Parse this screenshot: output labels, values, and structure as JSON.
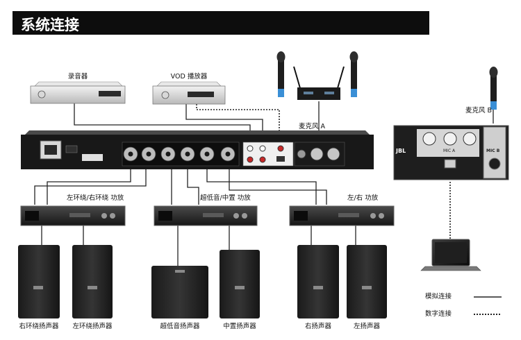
{
  "header": {
    "title": "系统连接"
  },
  "devices": {
    "recorder": "录音器",
    "vod_player": "VOD 播放器",
    "mic_a": "麦克风 A",
    "mic_b": "麦克风 B",
    "surround_amp": "左环绕/右环绕 功放",
    "sub_mid_amp": "超低音/中置 功放",
    "lr_amp": "左/右 功放"
  },
  "speakers": [
    "右环绕扬声器",
    "左环绕扬声器",
    "超低音扬声器",
    "中置扬声器",
    "右扬声器",
    "左扬声器"
  ],
  "legend": {
    "analog": "模拟连接",
    "digital": "数字连接"
  },
  "panel_markings": {
    "brand": "JBL",
    "mic_panel": "MIC A",
    "mic_b_jack": "MIC B"
  },
  "colors": {
    "banner_bg": "#0d0d0d",
    "banner_text": "#ffffff",
    "device_body": "#2a2a2a",
    "mic_tip": "#3a8fd6",
    "rca_red": "#c62828"
  }
}
